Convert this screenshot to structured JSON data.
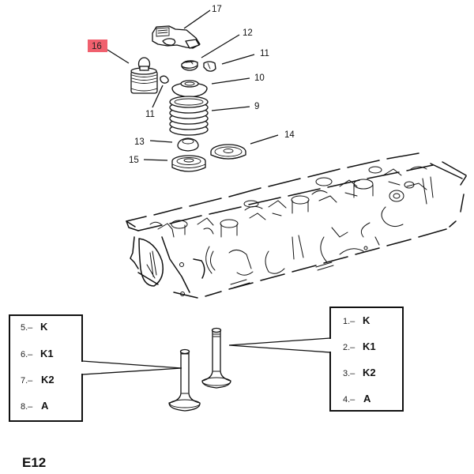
{
  "diagram": {
    "figure_id": "E12",
    "highlight_color": "#f0606e",
    "callouts": [
      {
        "id": "17",
        "label": "17",
        "part": "rocker-arm"
      },
      {
        "id": "12",
        "label": "12",
        "part": "valve-rotator"
      },
      {
        "id": "11a",
        "label": "11",
        "part": "valve-collet-upper"
      },
      {
        "id": "16",
        "label": "16",
        "part": "hydraulic-lifter",
        "highlighted": true
      },
      {
        "id": "10",
        "label": "10",
        "part": "valve-spring-cap"
      },
      {
        "id": "11b",
        "label": "11",
        "part": "valve-collet-lower"
      },
      {
        "id": "9",
        "label": "9",
        "part": "valve-spring"
      },
      {
        "id": "13",
        "label": "13",
        "part": "valve-stem-seal"
      },
      {
        "id": "14",
        "label": "14",
        "part": "spring-seat"
      },
      {
        "id": "15",
        "label": "15",
        "part": "valve-seal-seat"
      }
    ],
    "intake_legend": {
      "items": [
        {
          "num": "1.–",
          "code": "K"
        },
        {
          "num": "2.–",
          "code": "K1"
        },
        {
          "num": "3.–",
          "code": "K2"
        },
        {
          "num": "4.–",
          "code": "A"
        }
      ]
    },
    "exhaust_legend": {
      "items": [
        {
          "num": "5.–",
          "code": "K"
        },
        {
          "num": "6.–",
          "code": "K1"
        },
        {
          "num": "7.–",
          "code": "K2"
        },
        {
          "num": "8.–",
          "code": "A"
        }
      ]
    }
  }
}
